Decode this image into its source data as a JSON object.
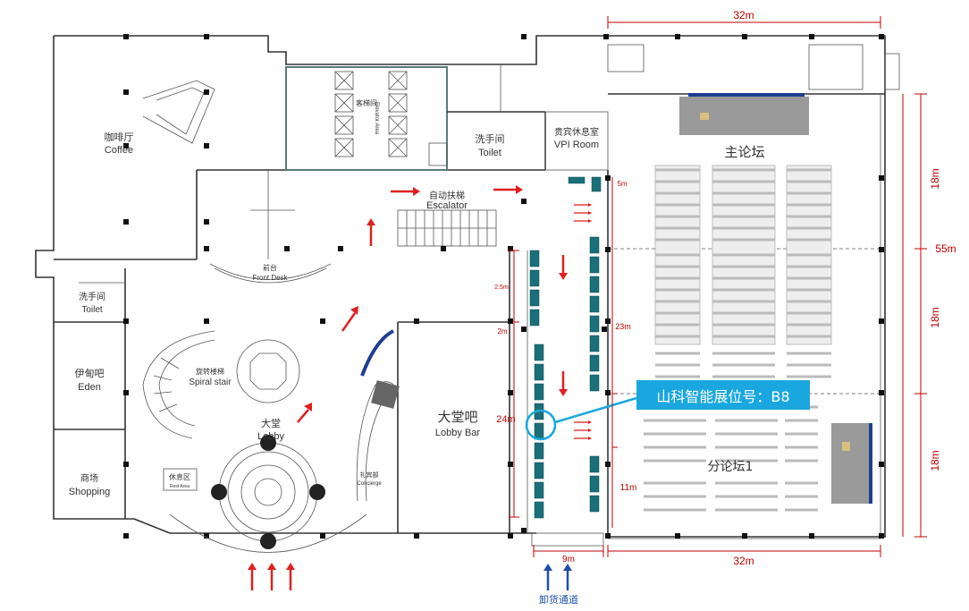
{
  "rooms": {
    "coffee_cn": "咖啡厅",
    "coffee_en": "Coffee",
    "elevator_cn": "客梯间",
    "elevator_en": "Elevator Area",
    "toilet_top_cn": "洗手间",
    "toilet_top_en": "Toilet",
    "vip_cn": "贵宾休息室",
    "vip_en": "VPI Room",
    "main_forum": "主论坛",
    "escalator_cn": "自动扶梯",
    "escalator_en": "Escalator",
    "front_desk_cn": "前台",
    "front_desk_en": "Front Desk",
    "toilet_left_cn": "洗手间",
    "toilet_left_en": "Toilet",
    "eden_cn": "伊甸吧",
    "eden_en": "Eden",
    "spiral_cn": "旋转楼梯",
    "spiral_en": "Spiral stair",
    "lobby_cn": "大堂",
    "lobby_en": "Lobby",
    "lobby_bar_cn": "大堂吧",
    "lobby_bar_en": "Lobby Bar",
    "shopping_cn": "商场",
    "shopping_en": "Shopping",
    "rest_cn": "休息区",
    "rest_en": "Rest Area",
    "concierge_cn": "礼宾部",
    "concierge_en": "Concierge",
    "sub_forum": "分论坛1",
    "unloading": "卸货通道"
  },
  "callout": "山科智能展位号：B8",
  "dimensions": {
    "top_width": "32m",
    "bottom_width": "32m",
    "passage_width": "9m",
    "right_18a": "18m",
    "right_18b": "18m",
    "right_18c": "18m",
    "right_total": "55m",
    "bar_length": "24m",
    "booth_row": "23m",
    "sub_depth": "11m",
    "gap_5m": "5m",
    "gap_2m": "2m",
    "gap_25m": "2.5m"
  },
  "colors": {
    "callout_bg": "#1aa7e0",
    "booth": "#1a6f78",
    "arrow_red": "#e02020",
    "arrow_blue": "#1f4fa8",
    "dimension": "#c00000"
  }
}
